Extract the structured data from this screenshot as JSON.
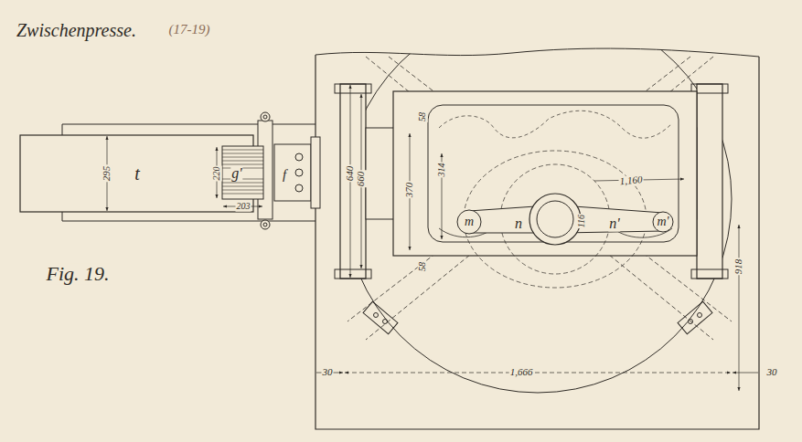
{
  "diagram": {
    "title": "Zwischenpresse.",
    "labels": [
      "(17-19)",
      "Fig. 19.",
      "t",
      "295",
      "220",
      "203",
      "g'",
      "f",
      "640",
      "660",
      "58",
      "370",
      "58",
      "314",
      "m",
      "n",
      "116",
      "1,160",
      "n'",
      "m'",
      "918",
      "30",
      "1,666",
      "30"
    ]
  }
}
